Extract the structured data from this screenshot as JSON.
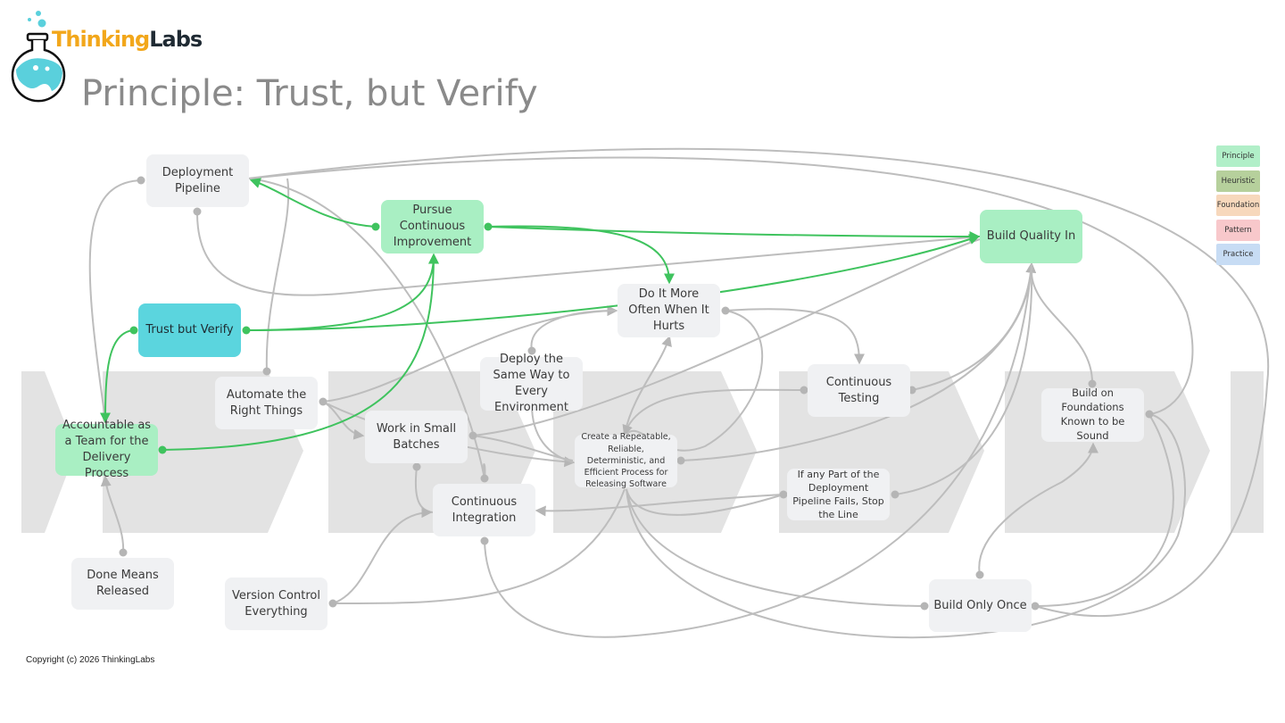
{
  "brand": {
    "part1": "Thinking",
    "part2": "Labs"
  },
  "title": "Principle: Trust, but Verify",
  "nodes": {
    "deployment_pipeline": "Deployment Pipeline",
    "pursue_improvement": "Pursue Continuous Improvement",
    "build_quality_in": "Build Quality In",
    "trust_but_verify": "Trust but Verify",
    "do_it_more_often": "Do It More Often When It Hurts",
    "deploy_same_way": "Deploy the Same Way to Every Environment",
    "automate_right_things": "Automate the Right Things",
    "work_small_batches": "Work in Small Batches",
    "continuous_testing": "Continuous Testing",
    "build_on_foundations": "Build on Foundations Known to be Sound",
    "accountable_team": "Accountable as a Team for the Delivery Process",
    "repeatable_process": "Create a Repeatable, Reliable, Deterministic, and Efficient Process for Releasing Software",
    "stop_the_line": "If any Part of the Deployment Pipeline Fails, Stop the Line",
    "continuous_integration": "Continuous Integration",
    "done_means_released": "Done Means Released",
    "version_control": "Version Control Everything",
    "build_only_once": "Build Only Once"
  },
  "legend": [
    {
      "label": "Principle",
      "color": "#b1efc8"
    },
    {
      "label": "Heuristic",
      "color": "#b6d09c"
    },
    {
      "label": "Foundation",
      "color": "#f7d8bc"
    },
    {
      "label": "Pattern",
      "color": "#f8c8cb"
    },
    {
      "label": "Practice",
      "color": "#c7dcf4"
    }
  ],
  "colors": {
    "connector": "#bdbdbd",
    "highlight": "#3fc35e",
    "band": "#e3e3e3"
  },
  "copyright": "Copyright (c) 2026 ThinkingLabs"
}
